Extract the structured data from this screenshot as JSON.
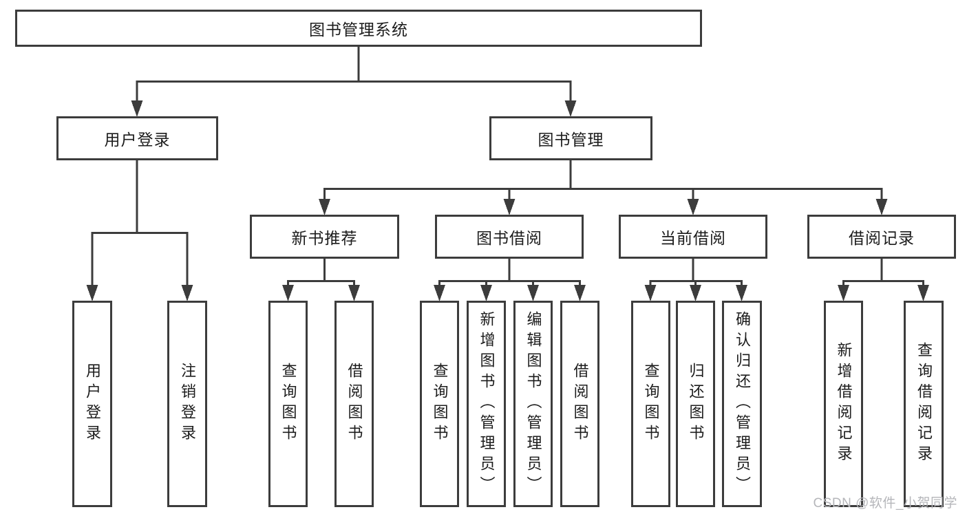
{
  "tree": {
    "root": {
      "label": "图书管理系统"
    },
    "level2": [
      {
        "label": "用户登录",
        "children": [
          {
            "label": "用户登录"
          },
          {
            "label": "注销登录"
          }
        ]
      },
      {
        "label": "图书管理",
        "children": [
          {
            "label": "新书推荐",
            "children": [
              {
                "label": "查询图书"
              },
              {
                "label": "借阅图书"
              }
            ]
          },
          {
            "label": "图书借阅",
            "children": [
              {
                "label": "查询图书"
              },
              {
                "label": "新增图书（管理员）"
              },
              {
                "label": "编辑图书（管理员）"
              },
              {
                "label": "借阅图书"
              }
            ]
          },
          {
            "label": "当前借阅",
            "children": [
              {
                "label": "查询图书"
              },
              {
                "label": "归还图书"
              },
              {
                "label": "确认归还（管理员）"
              }
            ]
          },
          {
            "label": "借阅记录",
            "children": [
              {
                "label": "新增借阅记录"
              },
              {
                "label": "查询借阅记录"
              }
            ]
          }
        ]
      }
    ]
  },
  "watermark": {
    "text": "CSDN @软件_小贺同学"
  },
  "colors": {
    "line": "#3c3c3c",
    "text": "#1c1c1c",
    "box_background": "#ffffff",
    "page_background": "#ffffff",
    "watermark": "#b5b6ba"
  }
}
